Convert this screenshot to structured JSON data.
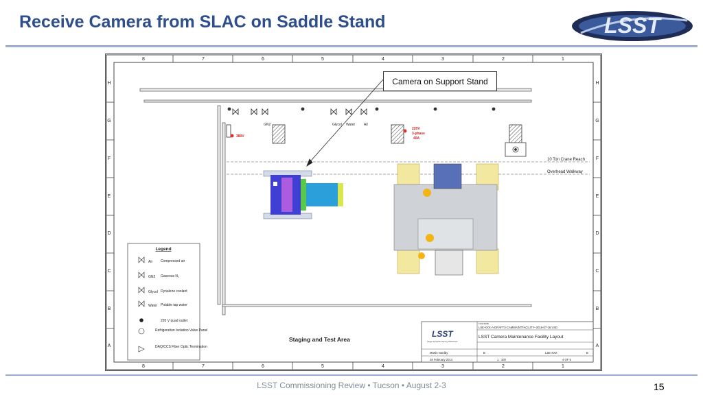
{
  "slide": {
    "title": "Receive Camera from SLAC on Saddle Stand",
    "footer": "LSST Commissioning Review • Tucson  • August 2-3",
    "page_number": "15",
    "logo_text": "LSST"
  },
  "drawing": {
    "callout": "Camera on Support Stand",
    "grid_columns": [
      "8",
      "7",
      "6",
      "5",
      "4",
      "3",
      "2",
      "1"
    ],
    "grid_rows": [
      "H",
      "G",
      "F",
      "E",
      "D",
      "C",
      "B",
      "A"
    ],
    "utility_labels": {
      "gn2": "GN2",
      "glycol": "Glycol",
      "water": "Water",
      "air": "Air",
      "v380": "380V",
      "v220_line1": "220V",
      "v220_line2": "3-phase",
      "v220_line3": "40A"
    },
    "crane_reach": "10 Ton Crane Reach",
    "overhead_walkway": "Overhead Walkway",
    "area_label": "Staging and Test Area",
    "legend": {
      "title": "Legend",
      "items": [
        {
          "tag": "Air",
          "label": "Compressed air"
        },
        {
          "tag": "GN2",
          "label": "Gaseous N₂"
        },
        {
          "tag": "Glycol",
          "label": "Dynalene coolant"
        },
        {
          "tag": "Water",
          "label": "Potable tap water"
        },
        {
          "tag": "",
          "label": "220 V quad outlet"
        },
        {
          "tag": "",
          "label": "Refrigeration Isolation Valve Panel"
        },
        {
          "tag": "",
          "label": "DAQ/CCS Fiber Optic Termination"
        }
      ]
    },
    "title_block": {
      "filename_label": "FILENAME",
      "filename": "LSE-XXX-A-DRAFT3-CAMMAINTFACILITY--2016-07-16.VSD",
      "project": "LSST Camera Maintenance Facility Layout",
      "drawn_by": "Martin Nordby",
      "date": "28 February 2014",
      "size": "B",
      "dwg_no": "LSE-XXX",
      "rev": "B",
      "scale": "1 : 100",
      "sheet": "4 OF 5",
      "org": "Large Synoptic Survey Telescope"
    }
  }
}
